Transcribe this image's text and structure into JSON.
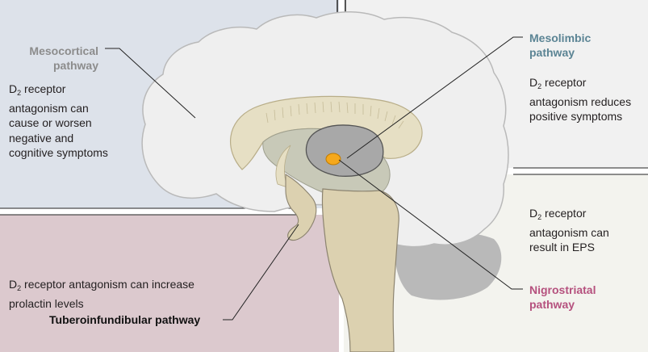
{
  "mesocortical": {
    "title_line1": "Mesocortical",
    "title_line2": "pathway",
    "title_color": "#8c8c8c",
    "d": "D",
    "sub": "2",
    "first": " receptor",
    "rest": [
      "antagonism can",
      "cause or worsen",
      "negative and",
      "cognitive symptoms"
    ]
  },
  "mesolimbic": {
    "title_line1": "Mesolimbic",
    "title_line2": "pathway",
    "title_color": "#5b8494",
    "d": "D",
    "sub": "2",
    "first": " receptor",
    "rest": [
      "antagonism reduces",
      "positive symptoms"
    ]
  },
  "nigrostriatal": {
    "title_line1": "Nigrostriatal",
    "title_line2": "pathway",
    "title_color": "#b5517e",
    "d": "D",
    "sub": "2",
    "first": " receptor",
    "rest": [
      "antagonism can",
      "result in EPS"
    ]
  },
  "tuberoinfundibular": {
    "title": "Tuberoinfundibular pathway",
    "title_color": "#111111",
    "d": "D",
    "sub": "2",
    "first": " receptor antagonism can increase",
    "rest": [
      "prolactin levels"
    ]
  },
  "colors": {
    "quadrant_top_left": "#dde2ea",
    "quadrant_top_right": "#f1f1f1",
    "quadrant_bottom_left": "#dcc9ce",
    "quadrant_bottom_right": "#f3f3ee",
    "brain": "#efefef",
    "brain_outline": "#b9b9b9",
    "cerebellum": "#b9b9b9",
    "corpus_callosum": "#e6dfc4",
    "brainstem": "#dcd1b0",
    "limbic": "#c8c9b8",
    "striatum": "#a8a8a8",
    "nucleus": "#f5a81c",
    "leader": "#222222"
  }
}
